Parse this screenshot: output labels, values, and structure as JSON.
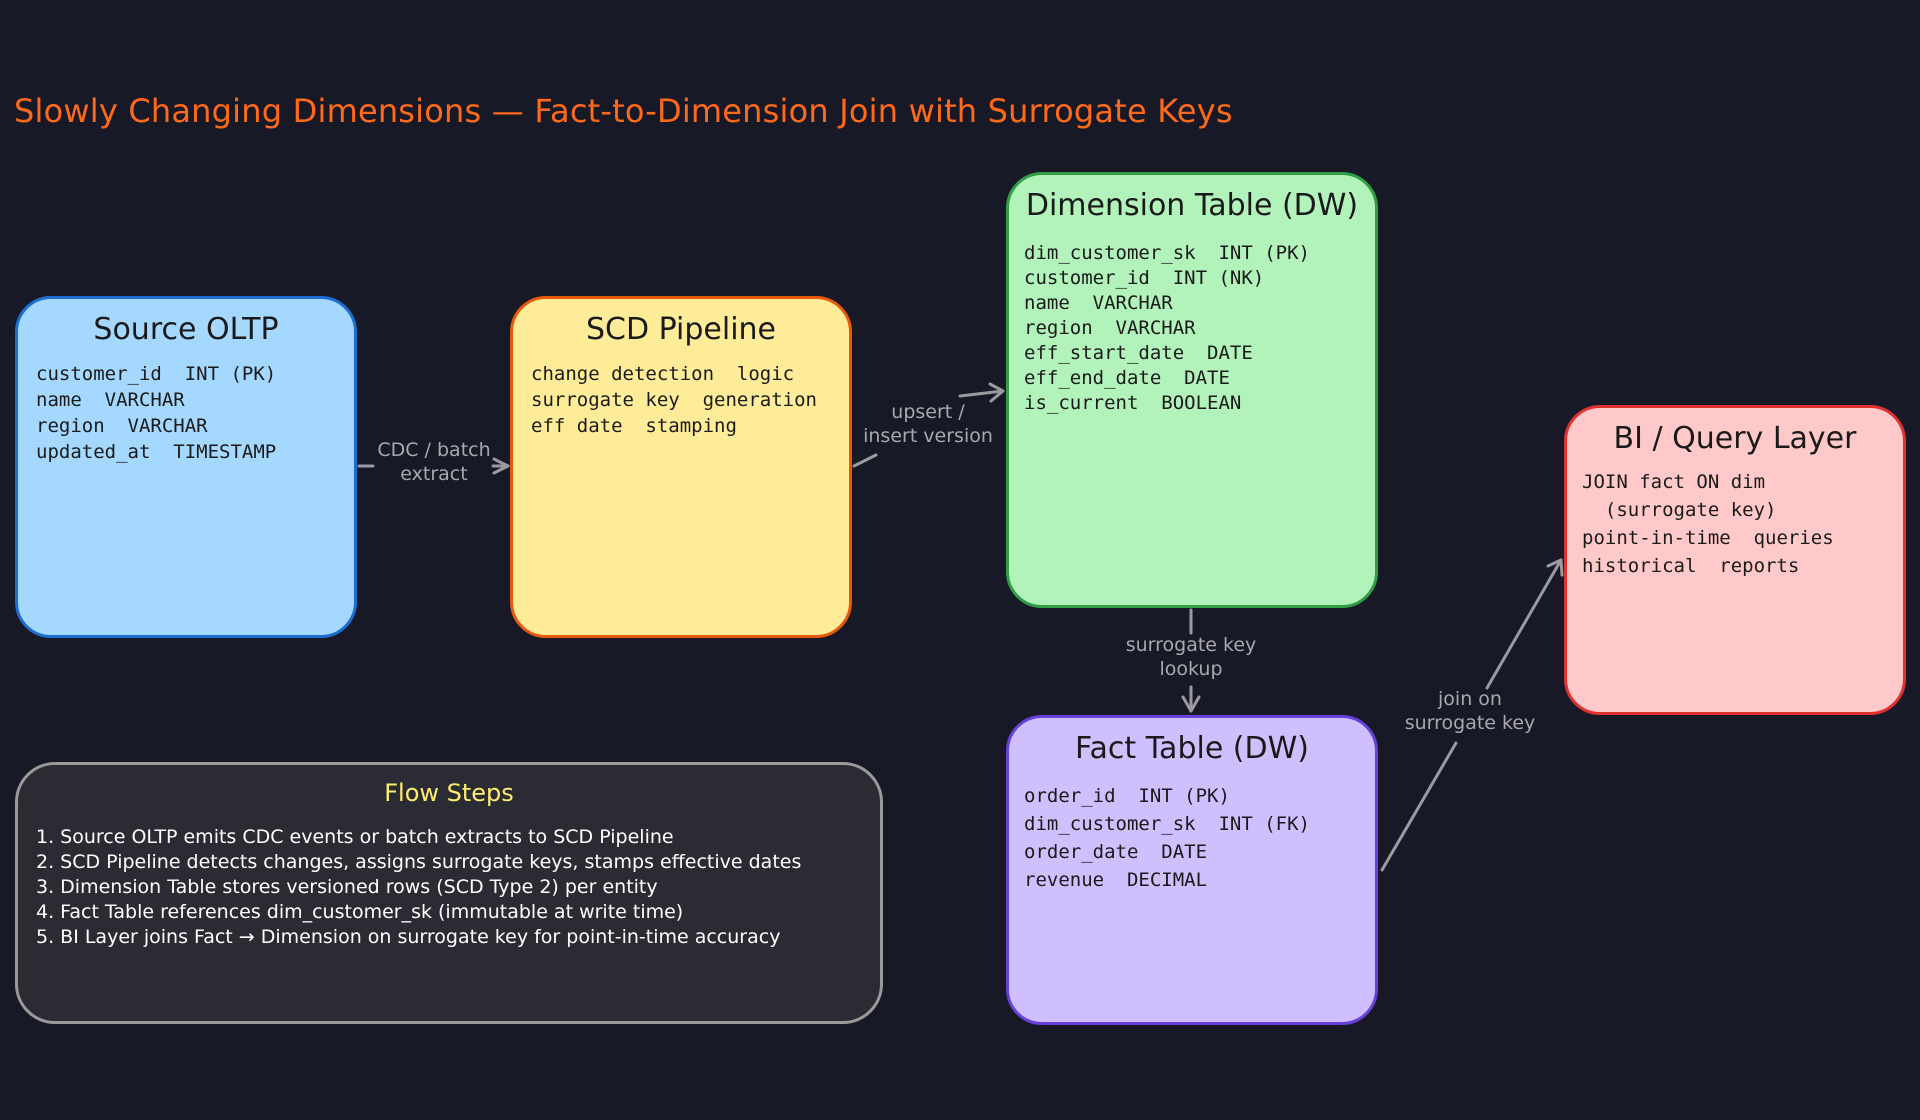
{
  "title": "Slowly Changing Dimensions — Fact-to-Dimension Join with Surrogate Keys",
  "colors": {
    "background": "#181926",
    "title": "#ff6a1a",
    "edge": "#9a9aa0"
  },
  "nodes": {
    "source": {
      "title": "Source OLTP",
      "fields": [
        "customer_id  INT (PK)",
        "name  VARCHAR",
        "region  VARCHAR",
        "updated_at  TIMESTAMP"
      ],
      "fill": "#a4d8ff",
      "stroke": "#1c6fd1"
    },
    "pipeline": {
      "title": "SCD Pipeline",
      "fields": [
        "change detection  logic",
        "surrogate key  generation",
        "eff date  stamping"
      ],
      "fill": "#ffec99",
      "stroke": "#e8590c"
    },
    "dimension": {
      "title": "Dimension Table (DW)",
      "fields": [
        "dim_customer_sk  INT (PK)",
        "customer_id  INT (NK)",
        "name  VARCHAR",
        "region  VARCHAR",
        "eff_start_date  DATE",
        "eff_end_date  DATE",
        "is_current  BOOLEAN"
      ],
      "fill": "#b2f2bb",
      "stroke": "#2f9e44"
    },
    "bi": {
      "title": "BI / Query Layer",
      "fields": [
        "JOIN fact ON dim",
        "  (surrogate key)",
        "point-in-time  queries",
        "historical  reports"
      ],
      "fill": "#ffc9c9",
      "stroke": "#e03131"
    },
    "fact": {
      "title": "Fact Table (DW)",
      "fields": [
        "order_id  INT (PK)",
        "dim_customer_sk  INT (FK)",
        "order_date  DATE",
        "revenue  DECIMAL"
      ],
      "fill": "#d0bfff",
      "stroke": "#6741d9"
    }
  },
  "edges": {
    "source_to_pipeline": [
      "CDC / batch",
      "extract"
    ],
    "pipeline_to_dimension": [
      "upsert /",
      "insert version"
    ],
    "dimension_to_fact": [
      "surrogate key",
      "lookup"
    ],
    "fact_to_bi": [
      "join on",
      "surrogate key"
    ]
  },
  "flow_steps": {
    "title": "Flow Steps",
    "items": [
      "1. Source OLTP emits CDC events or batch extracts to SCD Pipeline",
      "2. SCD Pipeline detects changes, assigns surrogate keys, stamps effective dates",
      "3. Dimension Table stores versioned rows (SCD Type 2) per entity",
      "4. Fact Table references dim_customer_sk (immutable at write time)",
      "5. BI Layer joins Fact → Dimension on surrogate key for point-in-time accuracy"
    ]
  }
}
